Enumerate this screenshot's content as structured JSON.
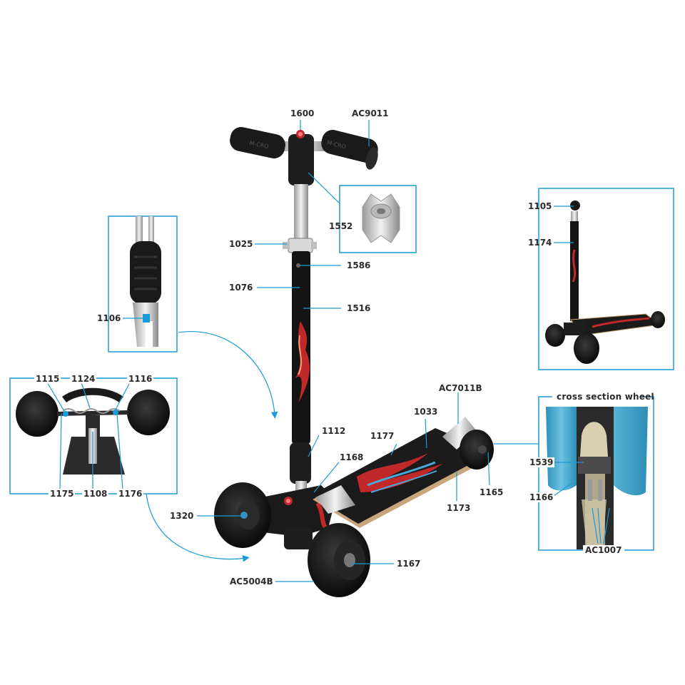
{
  "colors": {
    "accent": "#1a9ad6",
    "frame": "#1c1c1c",
    "wheel": "#111111",
    "deck_edge": "#c8a57a",
    "flame_red": "#c0282a",
    "flame_blue": "#4aa7d8",
    "blue_housing": "#3aa6d0"
  },
  "labels": {
    "l1600": "1600",
    "lAC9011": "AC9011",
    "l1552": "1552",
    "l1025": "1025",
    "l1586": "1586",
    "l1076": "1076",
    "l1516": "1516",
    "l1106": "1106",
    "l1115": "1115",
    "l1124": "1124",
    "l1116": "1116",
    "l1175": "1175",
    "l1108": "1108",
    "l1176": "1176",
    "l1112": "1112",
    "l1168": "1168",
    "l1177": "1177",
    "l1033": "1033",
    "lAC7011B": "AC7011B",
    "l1165": "1165",
    "l1173": "1173",
    "l1320": "1320",
    "l1167": "1167",
    "lAC5004B": "AC5004B",
    "l1105": "1105",
    "l1174": "1174",
    "l1539": "1539",
    "l1166": "1166",
    "lAC1007": "AC1007"
  },
  "captions": {
    "cross_section": "cross section wheel"
  }
}
